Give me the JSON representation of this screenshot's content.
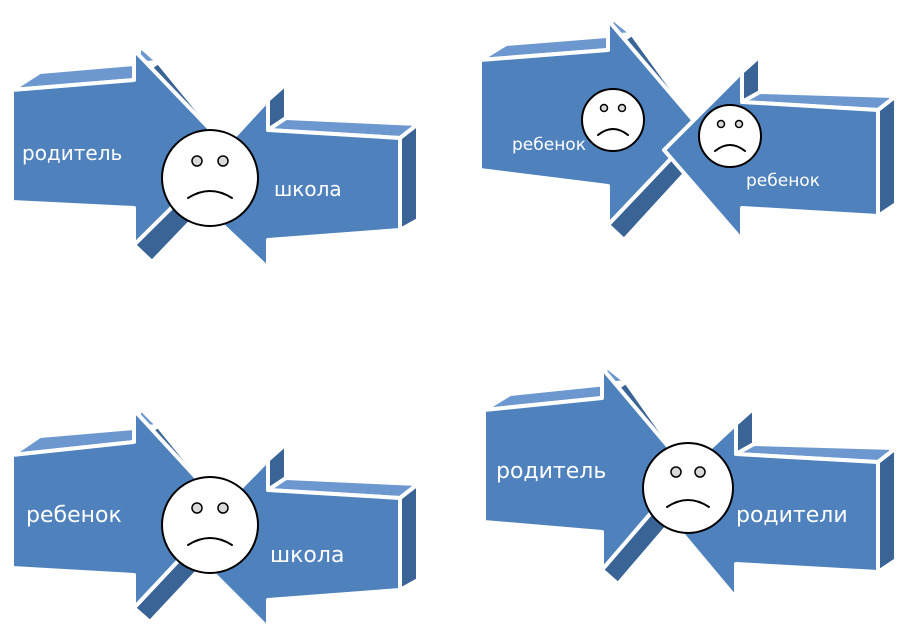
{
  "panels": [
    {
      "left_label": "родитель",
      "right_label": "школа",
      "faces": [
        "sad-face"
      ]
    },
    {
      "left_label": "ребенок",
      "right_label": "ребенок",
      "faces": [
        "sad-face",
        "sad-face"
      ]
    },
    {
      "left_label": "ребенок",
      "right_label": "школа",
      "faces": [
        "sad-face"
      ]
    },
    {
      "left_label": "родитель",
      "right_label": "родители",
      "faces": [
        "sad-face"
      ]
    }
  ],
  "colors": {
    "arrow_front": "#4F81BD",
    "arrow_side": "#3A6496",
    "arrow_top": "#6C98CF",
    "outline": "#FFFFFF",
    "face_fill": "#FFFFFF",
    "face_stroke": "#000000"
  }
}
